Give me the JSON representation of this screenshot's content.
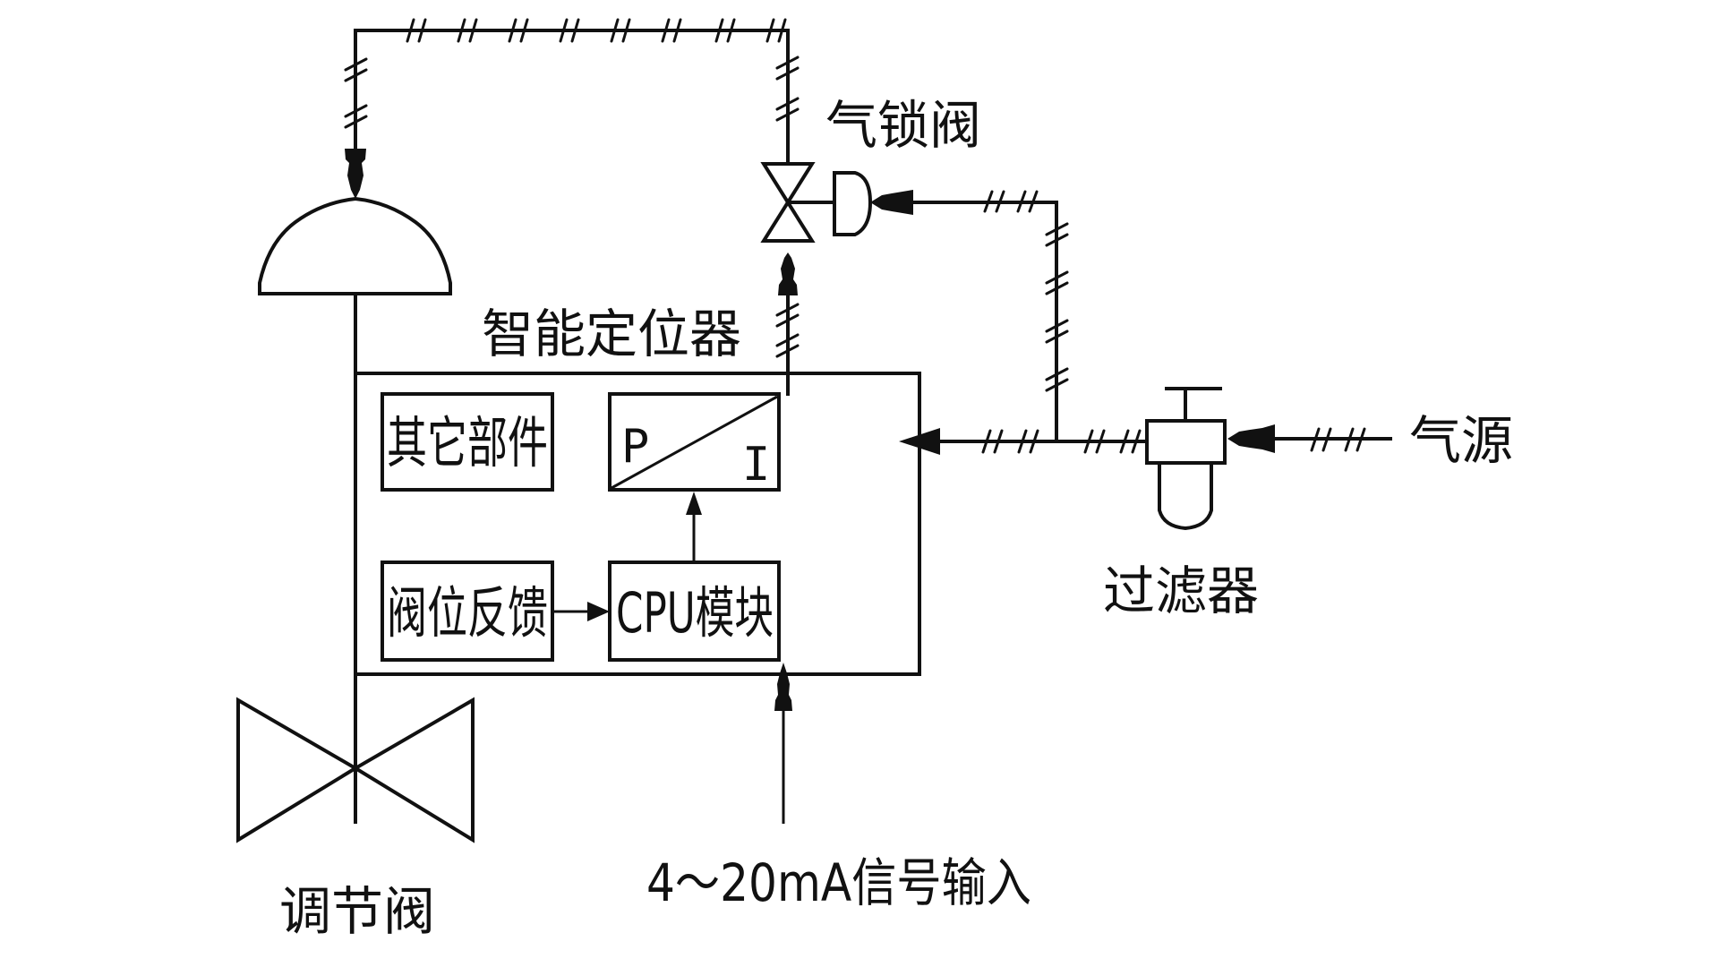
{
  "diagram": {
    "title": "智能定位器",
    "labels": {
      "air_lock_valve": "气锁阀",
      "positioner": "智能定位器",
      "other_parts": "其它部件",
      "valve_feedback": "阀位反馈",
      "cpu_module": "CPU模块",
      "converter_p": "P",
      "converter_i": "I",
      "control_valve": "调节阀",
      "filter": "过滤器",
      "air_source": "气源",
      "signal_input": "4～20mA信号输入"
    },
    "components": [
      {
        "id": "actuator",
        "type": "diaphragm-actuator"
      },
      {
        "id": "control-valve",
        "type": "globe-valve",
        "label_key": "control_valve"
      },
      {
        "id": "air-lock-valve",
        "type": "pilot-valve",
        "label_key": "air_lock_valve"
      },
      {
        "id": "positioner",
        "type": "container",
        "label_key": "positioner"
      },
      {
        "id": "other-parts",
        "type": "block",
        "label_key": "other_parts"
      },
      {
        "id": "ip-converter",
        "type": "block",
        "label_key": "converter_p"
      },
      {
        "id": "valve-feedback",
        "type": "block",
        "label_key": "valve_feedback"
      },
      {
        "id": "cpu-module",
        "type": "block",
        "label_key": "cpu_module"
      },
      {
        "id": "filter",
        "type": "filter-regulator",
        "label_key": "filter"
      }
    ],
    "connections": [
      {
        "from": "air-source",
        "to": "filter",
        "kind": "pneumatic"
      },
      {
        "from": "filter",
        "to": "ip-converter",
        "kind": "pneumatic"
      },
      {
        "from": "filter",
        "to": "air-lock-valve",
        "kind": "pneumatic-pilot"
      },
      {
        "from": "ip-converter",
        "to": "air-lock-valve",
        "kind": "pneumatic"
      },
      {
        "from": "air-lock-valve",
        "to": "actuator",
        "kind": "pneumatic"
      },
      {
        "from": "valve-feedback",
        "to": "cpu-module",
        "kind": "signal"
      },
      {
        "from": "cpu-module",
        "to": "ip-converter",
        "kind": "signal"
      },
      {
        "from": "signal-input",
        "to": "cpu-module",
        "kind": "electrical"
      }
    ],
    "line_color": "#111111",
    "background": "#ffffff"
  }
}
